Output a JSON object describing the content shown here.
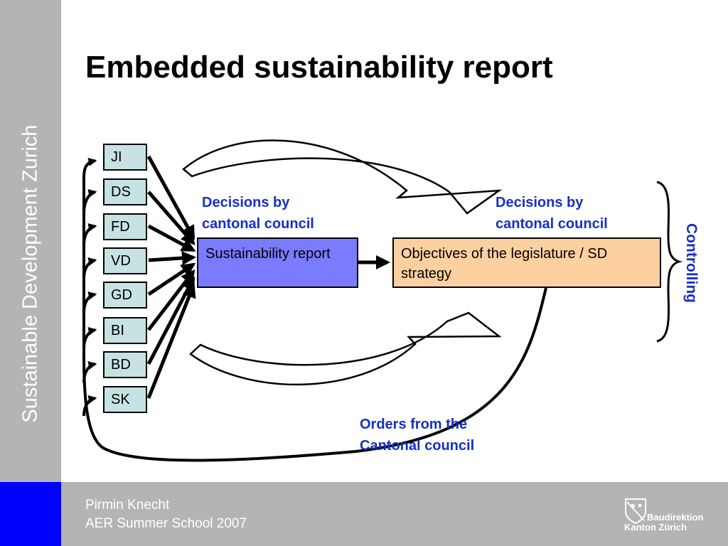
{
  "sidebar": {
    "text": "Sustainable Development Zurich"
  },
  "slide": {
    "title": "Embedded sustainability report"
  },
  "diagram": {
    "departments": [
      "JI",
      "DS",
      "FD",
      "VD",
      "GD",
      "BI",
      "BD",
      "SK"
    ],
    "sustainability_report": "Sustainability report",
    "objectives": "Objectives of the legislature / SD strategy",
    "decisions_left": [
      "Decisions by",
      "cantonal council"
    ],
    "decisions_right": [
      "Decisions by",
      "cantonal council"
    ],
    "orders": [
      "Orders from the",
      "Cantonal council"
    ],
    "controlling": "Controlling"
  },
  "footer": {
    "author": "Pirmin Knecht",
    "event": "AER Summer School 2007",
    "logo_line1": "Baudirektion",
    "logo_line2": "Kanton Zürich"
  },
  "colors": {
    "accent_blue": "#0000ff",
    "label_blue": "#1530c8",
    "sidebar_gray": "#b4b4b4",
    "dept_fill": "#c6e2e2",
    "report_fill": "#7b7bff",
    "objectives_fill": "#fdd0a0"
  }
}
